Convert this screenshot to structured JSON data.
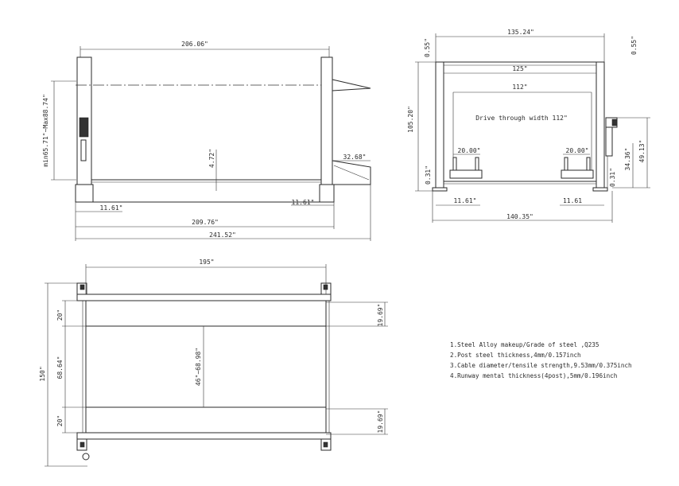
{
  "side_view": {
    "top_width": "206.06\"",
    "height_range": "min65.71\"~Max88.74\"",
    "beam_height": "4.72\"",
    "ramp_length": "32.68\"",
    "left_offset": "11.61\"",
    "right_offset": "11.61\"",
    "inner_length": "209.76\"",
    "overall_length": "241.52\""
  },
  "front_view": {
    "overall_width_top": "135.24\"",
    "left_edge": "0.55\"",
    "right_edge": "0.55\"",
    "inner_width_125": "125\"",
    "inner_width_112": "112\"",
    "drive_through": "Drive through width 112\"",
    "height": "105.20\"",
    "runway_left": "20.00\"",
    "runway_right": "20.00\"",
    "foot_left": "0.31\"",
    "foot_right": "0.31\"",
    "offset_left": "11.61\"",
    "offset_right": "11.61",
    "overall_width_bottom": "140.35\"",
    "power_height": "34.36\"",
    "power_total": "49.13\""
  },
  "top_view": {
    "length": "195\"",
    "overall_depth": "150\"",
    "runway_top": "20\"",
    "runway_bottom": "20\"",
    "between": "68.64\"",
    "spacing": "46\"~68.98\"",
    "right_top": "19.69\"",
    "right_bottom": "19.69\""
  },
  "notes": [
    "1.Steel Alloy makeup/Grade of steel ,Q235",
    "2.Post steel thickness,4mm/0.157inch",
    "3.Cable diameter/tensile strength,9.53mm/0.375inch",
    "4.Runway mental thickness(4post),5mm/0.196inch"
  ]
}
